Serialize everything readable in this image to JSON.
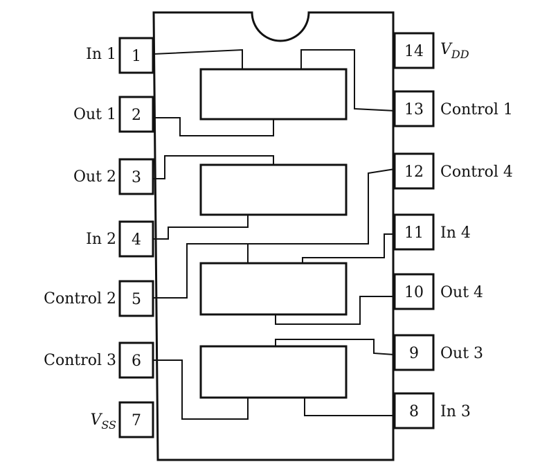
{
  "pins": {
    "p1": {
      "number": "1",
      "label": "In 1"
    },
    "p2": {
      "number": "2",
      "label": "Out 1"
    },
    "p3": {
      "number": "3",
      "label": "Out 2"
    },
    "p4": {
      "number": "4",
      "label": "In 2"
    },
    "p5": {
      "number": "5",
      "label": "Control 2"
    },
    "p6": {
      "number": "6",
      "label": "Control 3"
    },
    "p7": {
      "number": "7",
      "label_main": "V",
      "label_sub": "SS"
    },
    "p8": {
      "number": "8",
      "label": "In 3"
    },
    "p9": {
      "number": "9",
      "label": "Out 3"
    },
    "p10": {
      "number": "10",
      "label": "Out 4"
    },
    "p11": {
      "number": "11",
      "label": "In 4"
    },
    "p12": {
      "number": "12",
      "label": "Control 4"
    },
    "p13": {
      "number": "13",
      "label": "Control 1"
    },
    "p14": {
      "number": "14",
      "label_main": "V",
      "label_sub": "DD"
    }
  }
}
